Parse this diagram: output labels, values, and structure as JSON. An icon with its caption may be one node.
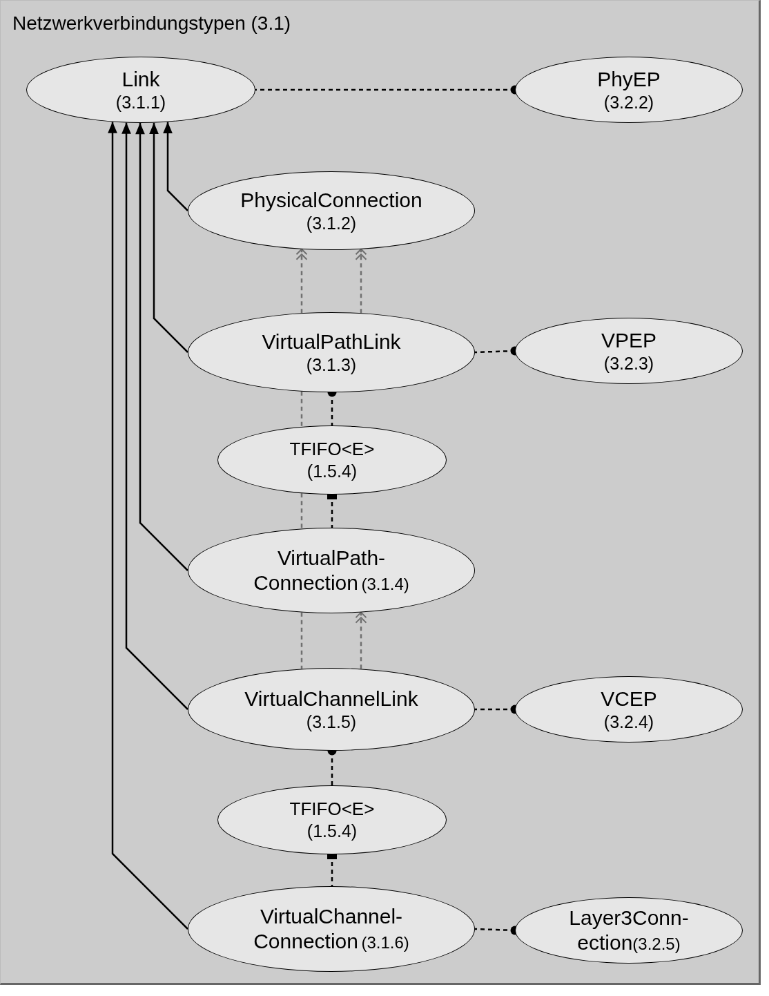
{
  "diagram": {
    "title": "Netzwerkverbindungstypen (3.1)",
    "nodes": [
      {
        "text": [
          "Link",
          "(3.1.1)"
        ]
      },
      {
        "text": [
          "PhyEP",
          "(3.2.2)"
        ]
      },
      {
        "text": [
          "PhysicalConnection",
          "(3.1.2)"
        ]
      },
      {
        "text": [
          "VirtualPathLink",
          "(3.1.3)"
        ]
      },
      {
        "text": [
          "VPEP",
          "(3.2.3)"
        ]
      },
      {
        "text": [
          "TFIFO<E>",
          "(1.5.4)"
        ]
      },
      {
        "text": [
          "VirtualPath- Connection",
          "(3.1.4)"
        ]
      },
      {
        "text": [
          "VirtualChannelLink",
          "(3.1.5)"
        ]
      },
      {
        "text": [
          "VCEP",
          "(3.2.4)"
        ]
      },
      {
        "text": [
          "TFIFO<E>",
          "(1.5.4)"
        ]
      },
      {
        "text": [
          "VirtualChannel- Connection",
          "(3.1.6)"
        ]
      },
      {
        "text": [
          "Layer3Conn- ection",
          "(3.2.5)"
        ]
      }
    ],
    "edges": [
      {
        "from": 1,
        "to": 0,
        "arrow": "other",
        "style": "dashed"
      },
      {
        "from": 2,
        "to": 0,
        "arrow": "to"
      },
      {
        "from": 3,
        "to": 0,
        "arrow": "to"
      },
      {
        "from": 6,
        "to": 0,
        "arrow": "to"
      },
      {
        "from": 7,
        "to": 0,
        "arrow": "to"
      },
      {
        "from": 10,
        "to": 0,
        "arrow": "to"
      },
      {
        "from": 3,
        "to": 2,
        "arrow": "to",
        "style": "dashed",
        "color": "#707070"
      },
      {
        "from": 3,
        "to": 2,
        "arrow": "to",
        "style": "dashed",
        "color": "#707070"
      },
      {
        "from": 4,
        "to": 3,
        "arrow": "other",
        "style": "dashed"
      },
      {
        "from": 3,
        "to": 5,
        "arrow": "other",
        "style": "dashed"
      },
      {
        "from": 3,
        "to": 5,
        "arrow": "none",
        "style": "dashed",
        "color": "#707070"
      },
      {
        "from": 5,
        "to": 6,
        "arrow": "other",
        "style": "dashed"
      },
      {
        "from": 5,
        "to": 6,
        "arrow": "none",
        "style": "dashed",
        "color": "#707070"
      },
      {
        "from": 6,
        "to": 7,
        "arrow": "none",
        "style": "dashed",
        "color": "#707070"
      },
      {
        "from": 7,
        "to": 6,
        "arrow": "to",
        "style": "dashed",
        "color": "#707070"
      },
      {
        "from": 8,
        "to": 7,
        "arrow": "other",
        "style": "dashed"
      },
      {
        "from": 7,
        "to": 9,
        "arrow": "other",
        "style": "dashed"
      },
      {
        "from": 9,
        "to": 10,
        "arrow": "other",
        "style": "dashed"
      },
      {
        "from": 11,
        "to": 10,
        "arrow": "other",
        "style": "dashed"
      }
    ]
  }
}
